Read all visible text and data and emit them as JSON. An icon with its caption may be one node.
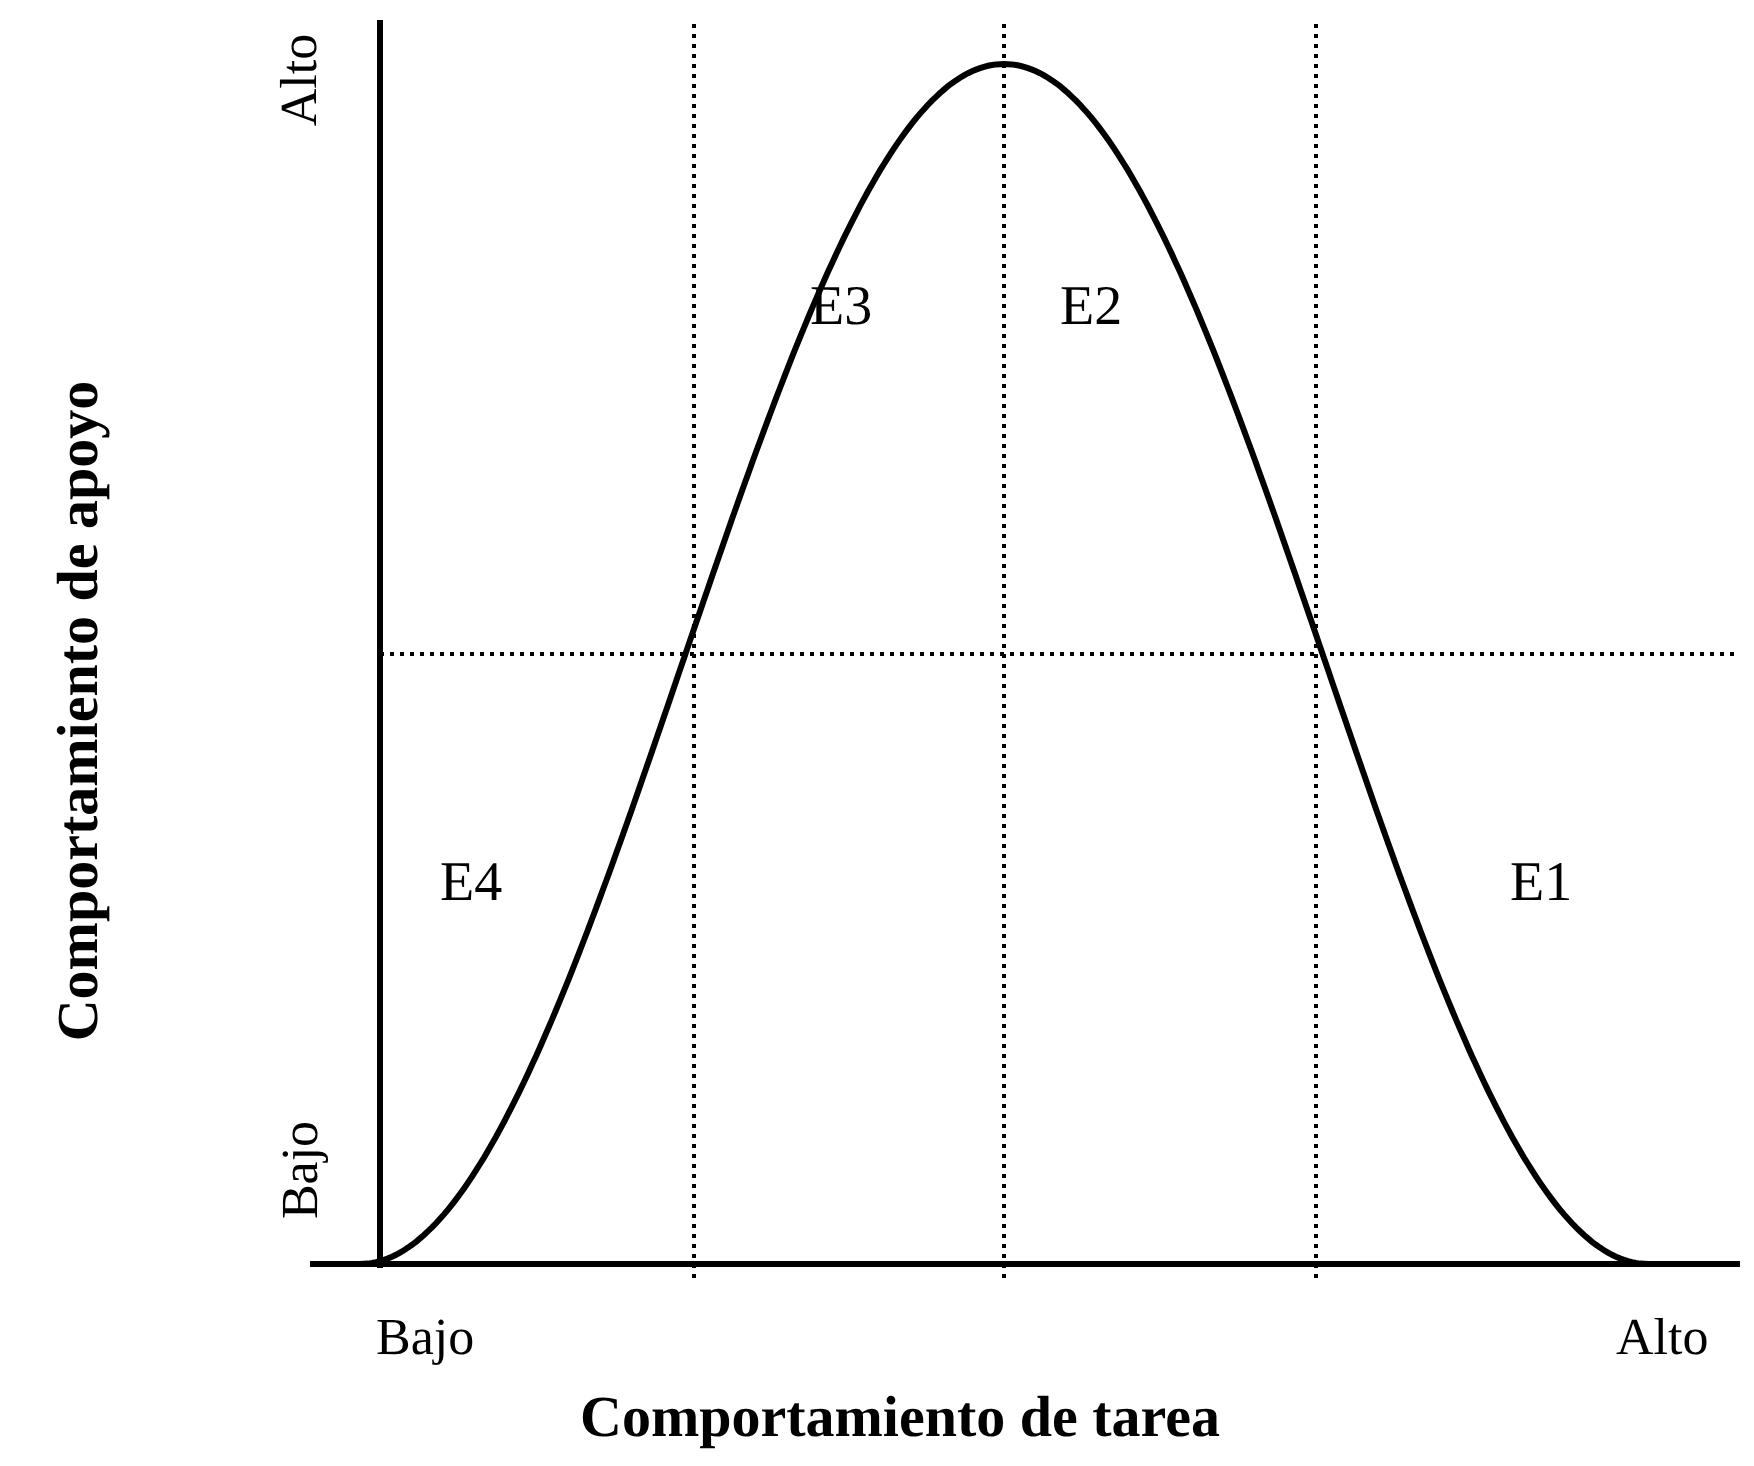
{
  "diagram": {
    "labels": [
      "Alto",
      "E3",
      "E2",
      "Comportamiento de apoyo",
      "E4",
      "E1",
      "Bajo",
      "Bajo",
      "Alto",
      "Comportamiento de tarea"
    ]
  }
}
